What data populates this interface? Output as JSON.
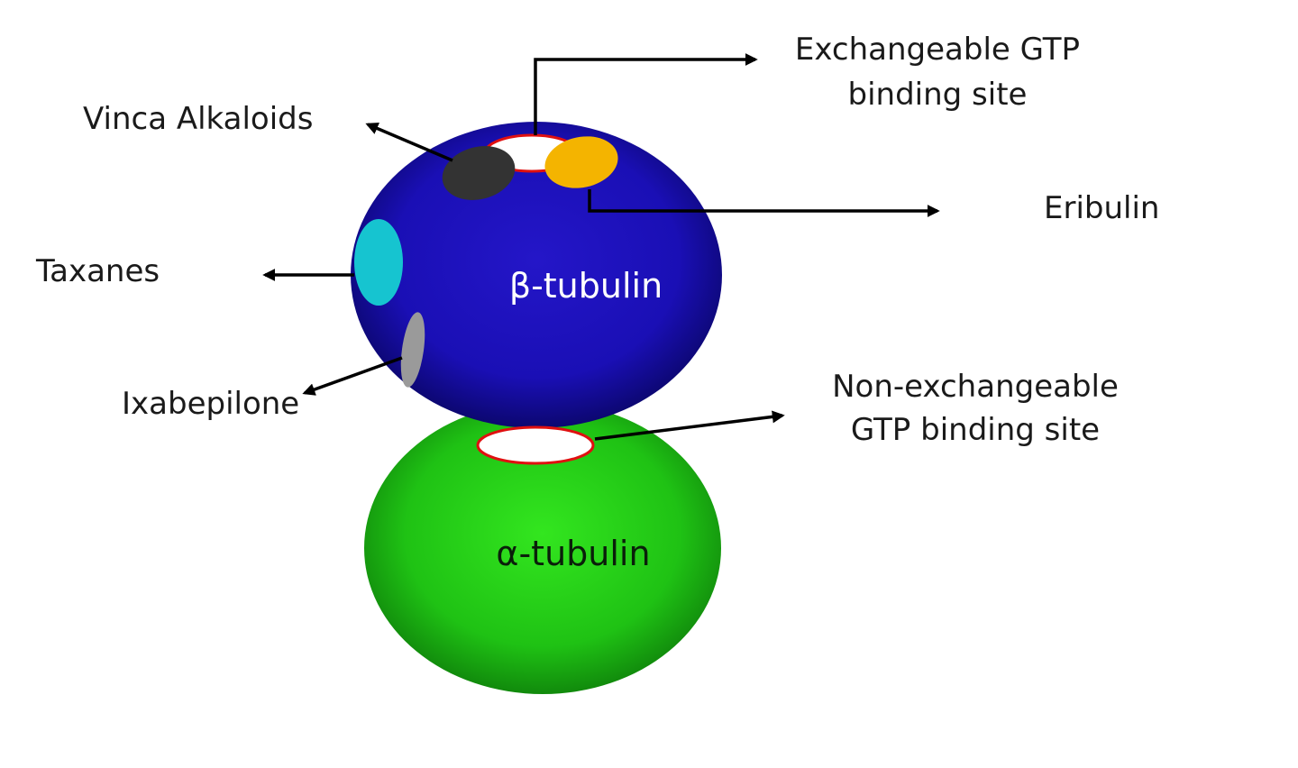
{
  "subunits": {
    "beta": {
      "label": "β-tubulin",
      "color": "#1a0fb8",
      "label_color": "#ffffff"
    },
    "alpha": {
      "label": "α-tubulin",
      "color": "#22c81a",
      "label_color": "#0a1f0a"
    }
  },
  "binding_sites": {
    "vinca": {
      "label": "Vinca Alkaloids",
      "color": "#333333"
    },
    "exchangeable_gtp": {
      "label_line1": "Exchangeable GTP",
      "label_line2": "binding site",
      "fill": "#ffffff",
      "stroke": "#e01010"
    },
    "eribulin": {
      "label": "Eribulin",
      "color": "#f4b400"
    },
    "taxanes": {
      "label": "Taxanes",
      "color": "#16c4d0"
    },
    "ixabepilone": {
      "label": "Ixabepilone",
      "color": "#9a9a9a"
    },
    "non_exchangeable_gtp": {
      "label_line1": "Non-exchangeable",
      "label_line2": "GTP binding site",
      "fill": "#ffffff",
      "stroke": "#e01010"
    }
  }
}
